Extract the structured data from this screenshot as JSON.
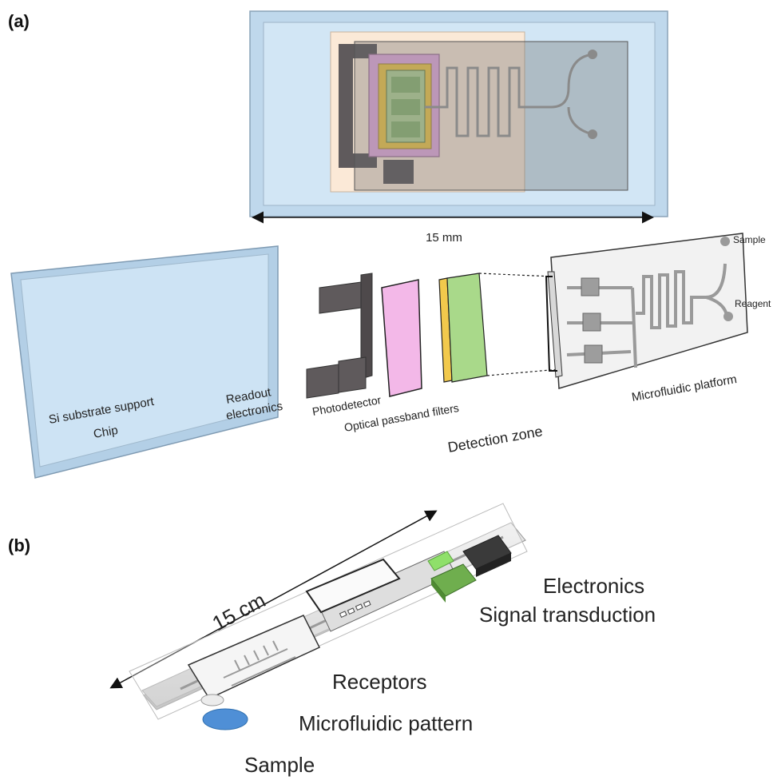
{
  "panel_a": {
    "label": "(a)",
    "scale_label": "15 mm",
    "labels": {
      "si_substrate": "Si substrate support",
      "chip": "Chip",
      "readout_1": "Readout",
      "readout_2": "electronics",
      "photodetector": "Photodetector",
      "optical_filters": "Optical passband filters",
      "detection_zone": "Detection zone",
      "microfluidic_platform": "Microfluidic platform",
      "sample": "Sample",
      "reagent": "Reagent"
    }
  },
  "panel_b": {
    "label": "(b)",
    "scale_label": "15 cm",
    "labels": {
      "electronics": "Electronics",
      "signal_transduction": "Signal transduction",
      "receptors": "Receptors",
      "microfluidic_pattern": "Microfluidic pattern",
      "sample": "Sample"
    }
  },
  "colors": {
    "substrate_blue": "#cfe2f3",
    "filter_pink": "#f3b8e8",
    "filter_yellow": "#f2c94c",
    "detection_green": "#a9d98a",
    "photodetector_gray": "#5f5a5c",
    "sample_blue": "#4f8fd6",
    "led_green": "#8fe06a"
  }
}
